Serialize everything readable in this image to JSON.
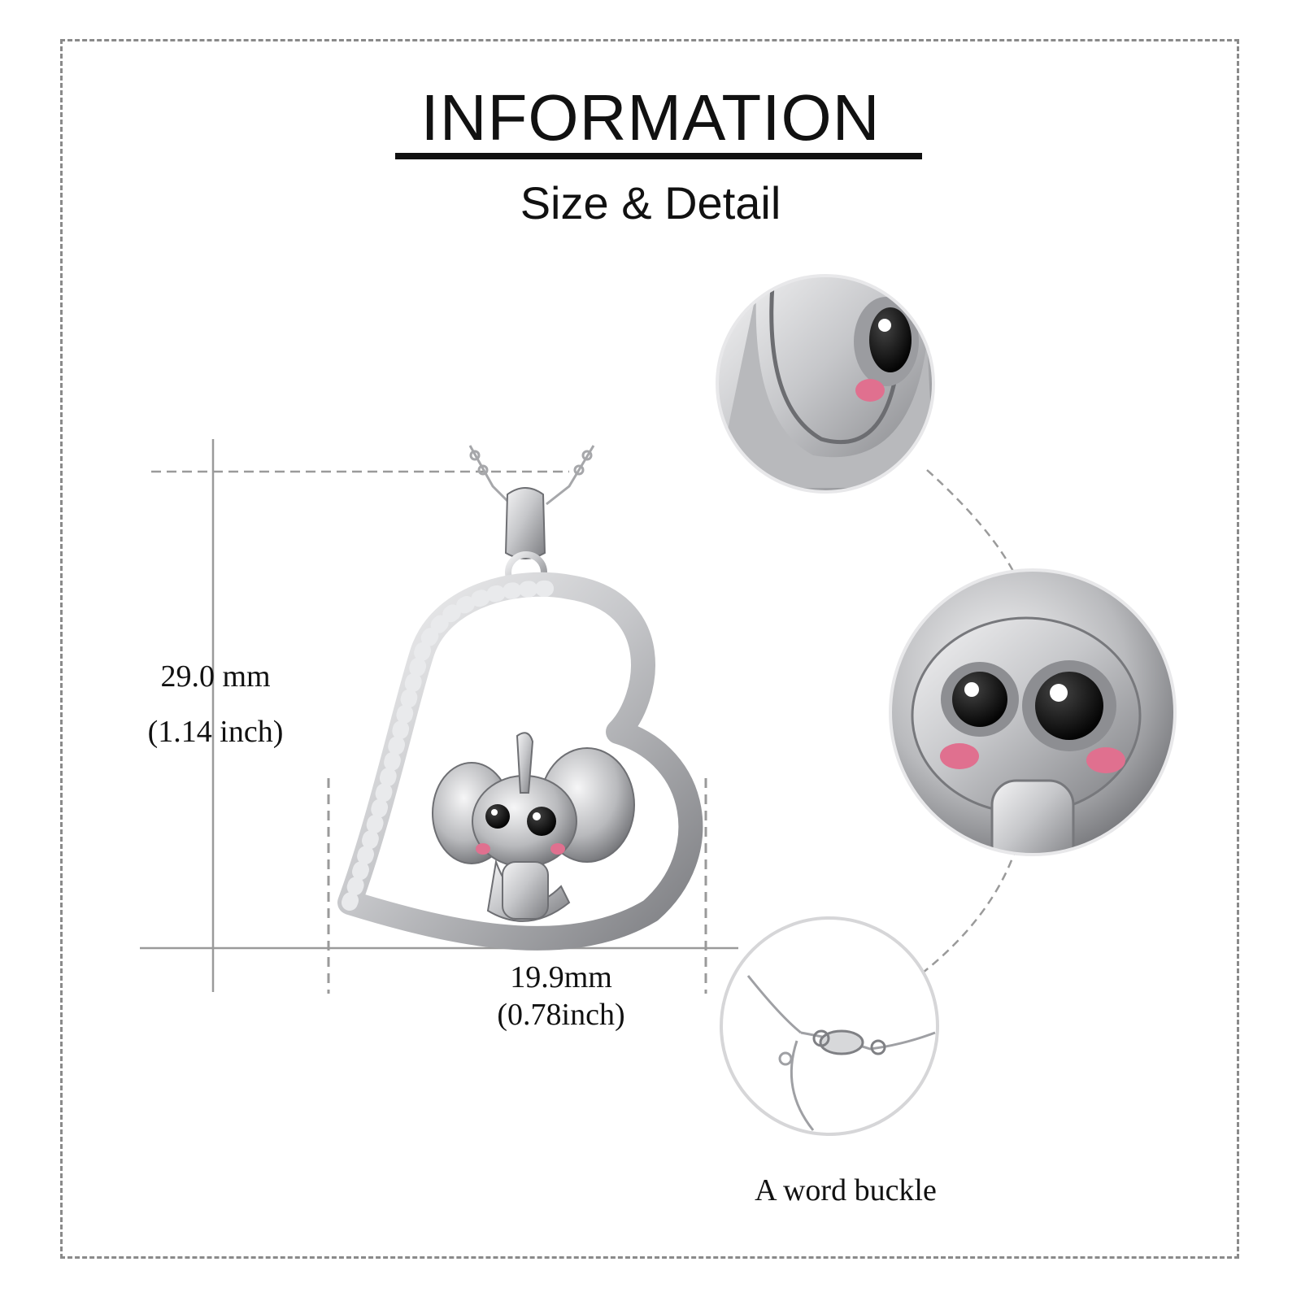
{
  "header": {
    "title": "INFORMATION",
    "subtitle": "Size & Detail"
  },
  "dimensions": {
    "height_mm": "29.0 mm",
    "height_inch": "(1.14 inch)",
    "width_mm": "19.9mm",
    "width_inch": "(0.78inch)"
  },
  "details": {
    "buckle_caption": "A word buckle"
  },
  "colors": {
    "frame": "#8a8a8a",
    "silver": "#c9cacc",
    "silver_dark": "#7b7c80",
    "enamel_black": "#0d0d0d",
    "blush_pink": "#e0708f"
  }
}
